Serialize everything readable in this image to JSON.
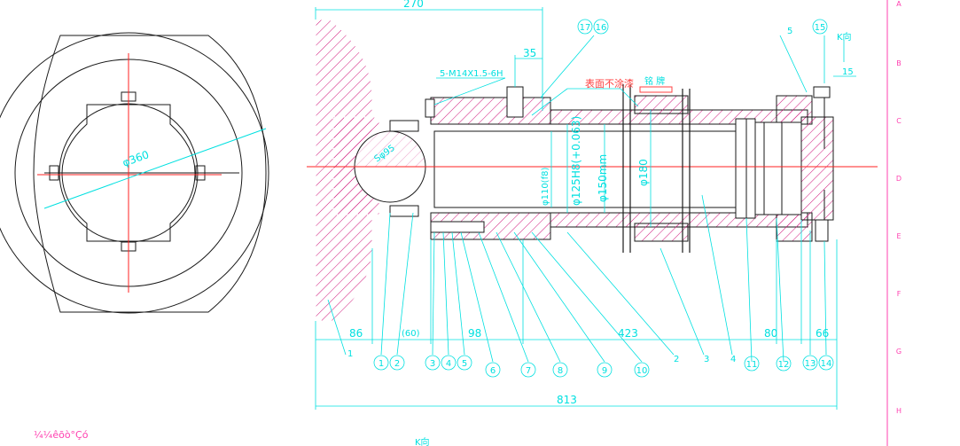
{
  "colors": {
    "outline": "#ffffff",
    "part_line": "#1a1a1a",
    "section_hatch": "#d0157a",
    "dimension": "#00e0e0",
    "center_line": "#ff2020",
    "frame": "#ff40b0"
  },
  "left_view": {
    "diameter_label": "φ360"
  },
  "section_view": {
    "top_dims": {
      "overall_top": "270",
      "d35": "35",
      "bolt_spec": "5-M14X1.5-6H",
      "d15": "15"
    },
    "diameter_labels": {
      "bore_ball": "Sφ95",
      "rod": "φ110(f8)",
      "bore": "φ125H8(+0.063)",
      "bore_mm": "φ150mm",
      "outer": "φ180"
    },
    "notes": {
      "surface_note": "表面不涂漆",
      "nameplate": "铭 牌",
      "k_view": "K向",
      "k_view_bottom": "K向"
    },
    "bottom_dims": {
      "d86": "86",
      "d60": "(60)",
      "d98": "98",
      "d423": "423",
      "d80": "80",
      "d66": "66",
      "overall": "813"
    },
    "callouts_bottom": [
      "1",
      "2",
      "3",
      "4",
      "5",
      "6",
      "7",
      "8",
      "9",
      "10",
      "11",
      "12",
      "13",
      "14"
    ],
    "plain_labels": {
      "l1": "1",
      "l2": "2",
      "l3": "3",
      "l4": "4",
      "l5": "5"
    },
    "callouts_top": [
      "17",
      "16",
      "15"
    ]
  },
  "frame_labels": [
    "A",
    "B",
    "C",
    "D",
    "E",
    "F",
    "G",
    "H"
  ],
  "corner_text": "¼¼êõò°Çó"
}
